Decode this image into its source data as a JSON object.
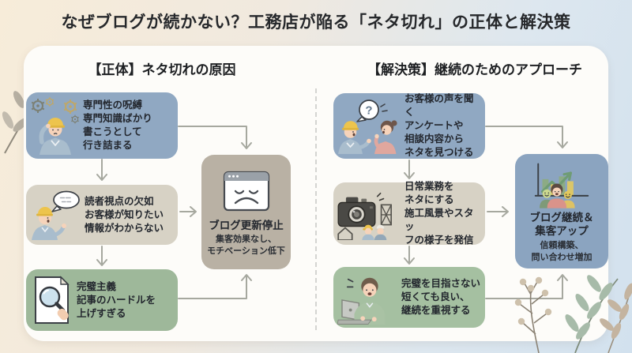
{
  "title": "なぜブログが続かない？工務店が陥る「ネタ切れ」の正体と解決策",
  "left_section": {
    "header": "【正体】ネタ切れの原因",
    "causes": [
      {
        "icon": "confused-worker-icon",
        "text": "専門性の呪縛\n専門知識ばかり\n書こうとして\n行き詰まる"
      },
      {
        "icon": "speaking-worker-icon",
        "text": "読者視点の欠如\nお客様が知りたい\n情報がわからない"
      },
      {
        "icon": "magnifier-document-icon",
        "text": "完璧主義\n記事のハードルを\n上げすぎる"
      }
    ],
    "result": {
      "icon": "sad-browser-icon",
      "title": "ブログ更新停止",
      "subtitle": "集客効果なし、\nモチベーション低下"
    }
  },
  "right_section": {
    "header": "【解決策】継続のためのアプローチ",
    "approaches": [
      {
        "icon": "customer-conversation-icon",
        "text": "お客様の声を聞く\nアンケートや\n相談内容から\nネタを見つける"
      },
      {
        "icon": "camera-worksite-icon",
        "text": "日常業務を\nネタにする\n施工風景やスタッ\nフの様子を発信"
      },
      {
        "icon": "laptop-person-icon",
        "text": "完璧を目指さない\n短くても良い、\n継続を重視する"
      }
    ],
    "result": {
      "icon": "growth-chart-people-icon",
      "title": "ブログ継続＆\n集客アップ",
      "subtitle": "信頼構築、\n問い合わせ増加"
    }
  },
  "colors": {
    "background_left": "#f7ecd9",
    "background_right": "#d2e1ee",
    "card": "#fdfcf9",
    "cause_blue": "#90a8c2",
    "cause_beige": "#d7d2c5",
    "cause_green": "#9eb89a",
    "approach_green": "#a5c0a1",
    "result_negative": "#b9b1a4",
    "result_positive": "#8ba4c0",
    "arrow": "#a6a89f",
    "text": "#23272e"
  }
}
